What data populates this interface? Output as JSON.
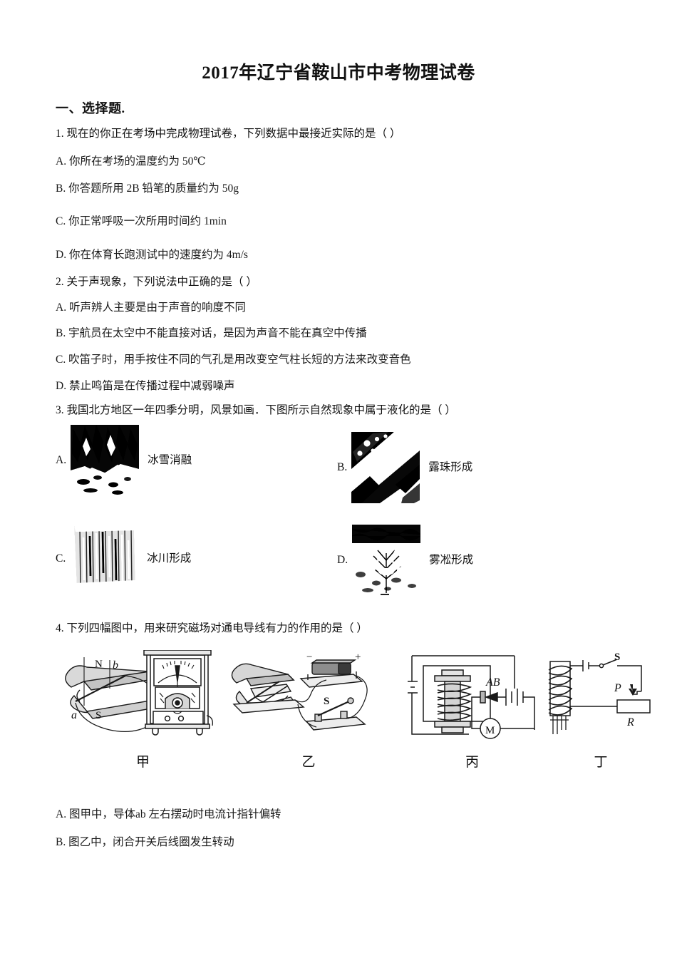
{
  "document": {
    "title": "2017年辽宁省鞍山市中考物理试卷",
    "section_heading": "一、选择题."
  },
  "questions": [
    {
      "number": "1.",
      "stem": "1. 现在的你正在考场中完成物理试卷，下列数据中最接近实际的是（  ）",
      "options": [
        "A. 你所在考场的温度约为 50℃",
        "B. 你答题所用 2B 铅笔的质量约为 50g",
        "C. 你正常呼吸一次所用时间约    1min",
        "D. 你在体育长跑测试中的速度约为 4m/s"
      ]
    },
    {
      "number": "2.",
      "stem": "2. 关于声现象，下列说法中正确的是（  ）",
      "options": [
        "A. 听声辨人主要是由于声音的响度不同",
        "B. 宇航员在太空中不能直接对话，是因为声音不能在真空中传播",
        "C. 吹笛子时，用手按住不同的气孔是用改变空气柱长短的方法来改变音色",
        "D. 禁止鸣笛是在传播过程中减弱噪声"
      ]
    },
    {
      "number": "3.",
      "stem": "3. 我国北方地区一年四季分明，风景如画．下图所示自然现象中属于液化的是（  ）",
      "picture_options": [
        {
          "letter": "A.",
          "caption": "冰雪消融",
          "photo": "melting-snow-photo"
        },
        {
          "letter": "B.",
          "caption": "露珠形成",
          "photo": "dew-drops-photo"
        },
        {
          "letter": "C.",
          "caption": "冰川形成",
          "photo": "glacier-photo"
        },
        {
          "letter": "D.",
          "caption": "雾凇形成",
          "photo": "rime-frost-photo"
        }
      ]
    },
    {
      "number": "4.",
      "stem": "4. 下列四幅图中，用来研究磁场对通电导线有力的作用的是（ ）",
      "figures": [
        {
          "label": "甲",
          "name": "magnet-conductor-galvanometer-figure",
          "marks": {
            "north": "N",
            "south": "S",
            "point_a": "a",
            "point_b": "b"
          }
        },
        {
          "label": "乙",
          "name": "magnet-coil-battery-switch-figure",
          "marks": {
            "minus": "−",
            "plus": "+",
            "switch": "S"
          }
        },
        {
          "label": "丙",
          "name": "electromagnet-relay-motor-figure",
          "marks": {
            "contact": "AB",
            "motor": "M"
          }
        },
        {
          "label": "丁",
          "name": "solenoid-rheostat-figure",
          "marks": {
            "switch": "S",
            "slider": "P",
            "resistor": "R"
          }
        }
      ],
      "options": [
        "A. 图甲中，导体ab 左右摆动时电流计指针偏转",
        "B. 图乙中，闭合开关后线圈发生转动"
      ]
    }
  ]
}
